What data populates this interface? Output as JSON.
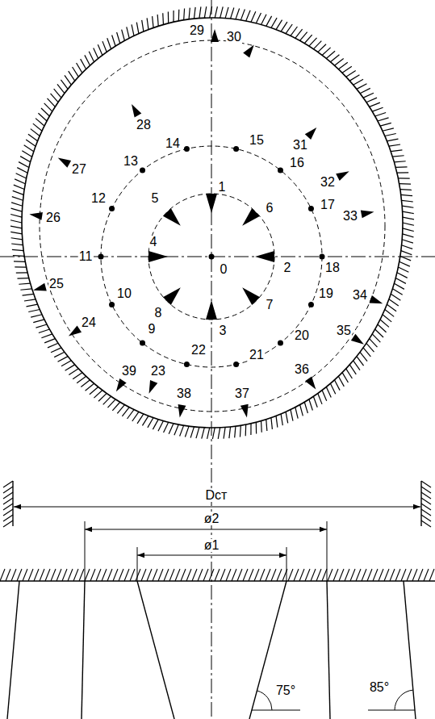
{
  "diagram": {
    "labels": [
      "0",
      "1",
      "2",
      "3",
      "4",
      "5",
      "6",
      "7",
      "8",
      "9",
      "10",
      "11",
      "12",
      "13",
      "14",
      "15",
      "16",
      "17",
      "18",
      "19",
      "20",
      "21",
      "22",
      "23",
      "24",
      "25",
      "26",
      "27",
      "28",
      "29",
      "30",
      "31",
      "32",
      "33",
      "34",
      "35",
      "36",
      "37",
      "38",
      "39",
      "Dст",
      "ø2",
      "ø1",
      "75°",
      "85°"
    ]
  }
}
